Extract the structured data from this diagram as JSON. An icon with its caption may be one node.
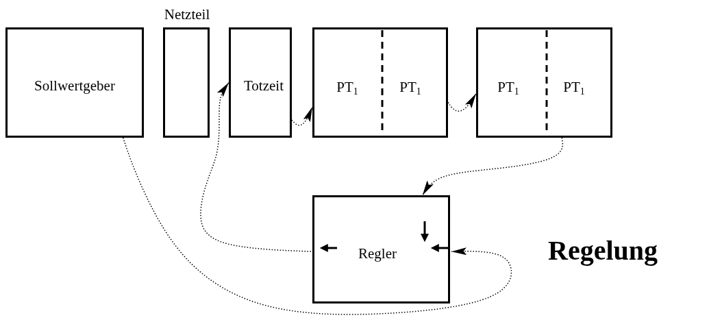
{
  "diagram": {
    "title": "Regelung",
    "nodes": [
      {
        "text": [
          "Sollwertgeber"
        ]
      },
      {
        "text": [
          "Netzteil"
        ]
      },
      {
        "text": [
          "Totzeit"
        ]
      },
      {
        "text": [
          "PT$_{1}$",
          "PT$_{1}$"
        ]
      },
      {
        "text": [
          "PT$_{1}$",
          "PT$_{1}$"
        ]
      },
      {
        "text": [
          "Regler"
        ]
      }
    ],
    "edges": [
      {
        "from": 0,
        "to": 5,
        "arrow": "to"
      },
      {
        "from": 5,
        "to": 2,
        "arrow": "to"
      },
      {
        "from": 2,
        "to": 3,
        "arrow": "to"
      },
      {
        "from": 3,
        "to": 4,
        "arrow": "to"
      },
      {
        "from": 4,
        "to": 5,
        "arrow": "to"
      }
    ]
  }
}
